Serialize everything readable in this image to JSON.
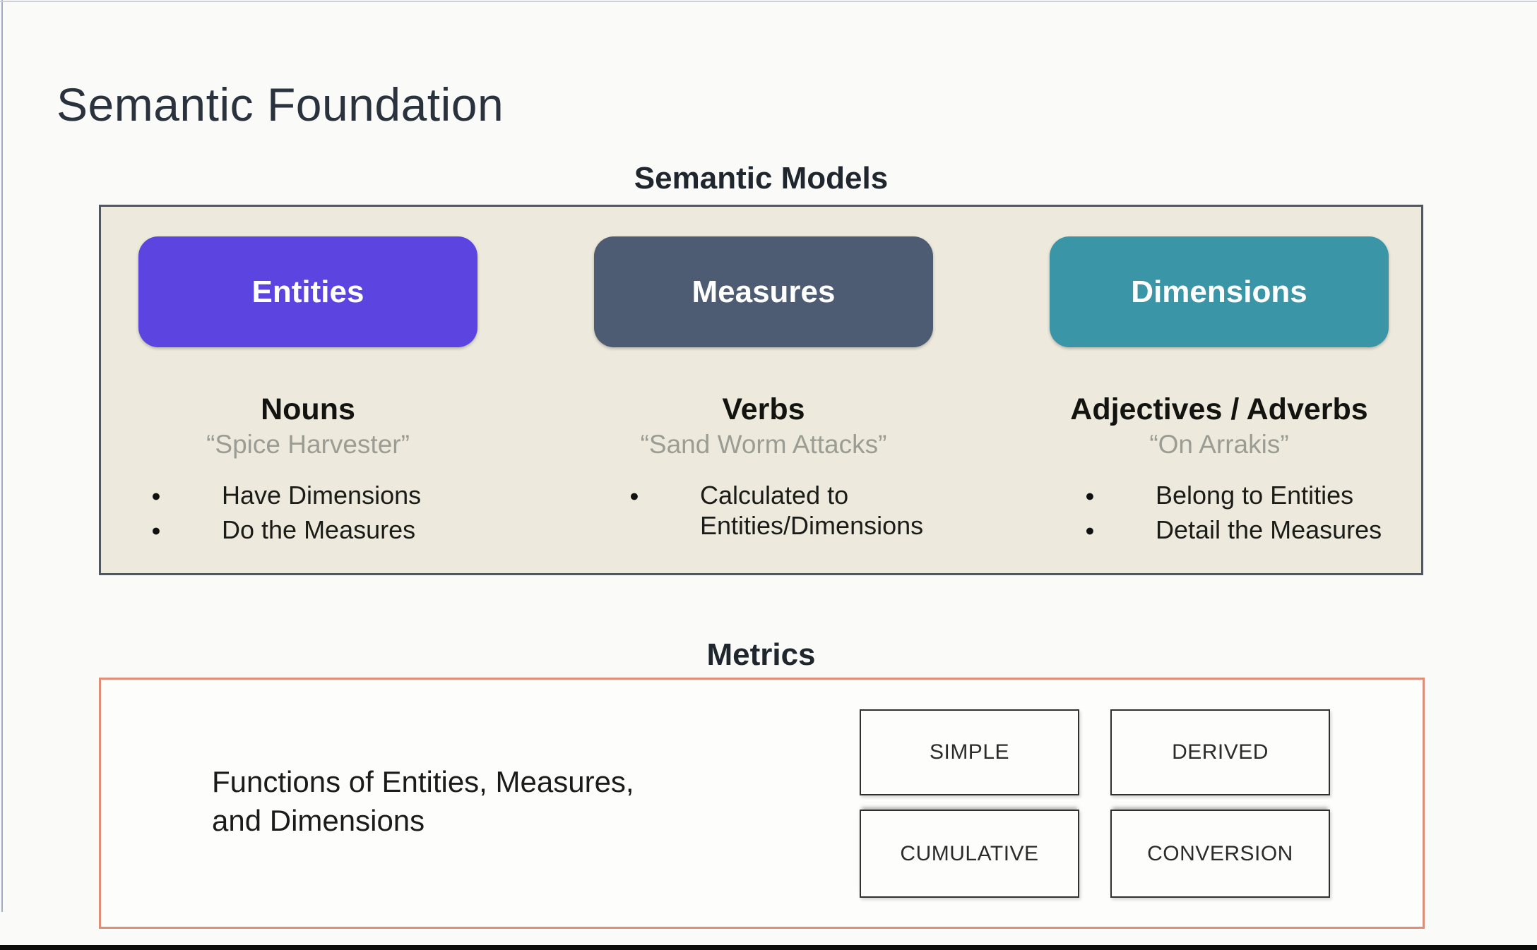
{
  "slide": {
    "title": "Semantic Foundation"
  },
  "semantic_models": {
    "heading": "Semantic Models",
    "panel_bg": "#edeadd",
    "panel_border": "#51575c",
    "columns": [
      {
        "pill_label": "Entities",
        "pill_color": "#5b44e0",
        "part_of_speech": "Nouns",
        "example": "“Spice Harvester”",
        "bullets": [
          "Have Dimensions",
          "Do the Measures"
        ]
      },
      {
        "pill_label": "Measures",
        "pill_color": "#4d5c73",
        "part_of_speech": "Verbs",
        "example": "“Sand Worm Attacks”",
        "bullets": [
          "Calculated to Entities/Dimensions"
        ]
      },
      {
        "pill_label": "Dimensions",
        "pill_color": "#3a96a7",
        "part_of_speech": "Adjectives / Adverbs",
        "example": "“On Arrakis”",
        "bullets": [
          "Belong to Entities",
          "Detail the Measures"
        ]
      }
    ]
  },
  "metrics": {
    "heading": "Metrics",
    "border_color": "#df8f79",
    "description": "Functions of Entities, Measures, and Dimensions",
    "types": [
      "SIMPLE",
      "DERIVED",
      "CUMULATIVE",
      "CONVERSION"
    ]
  }
}
